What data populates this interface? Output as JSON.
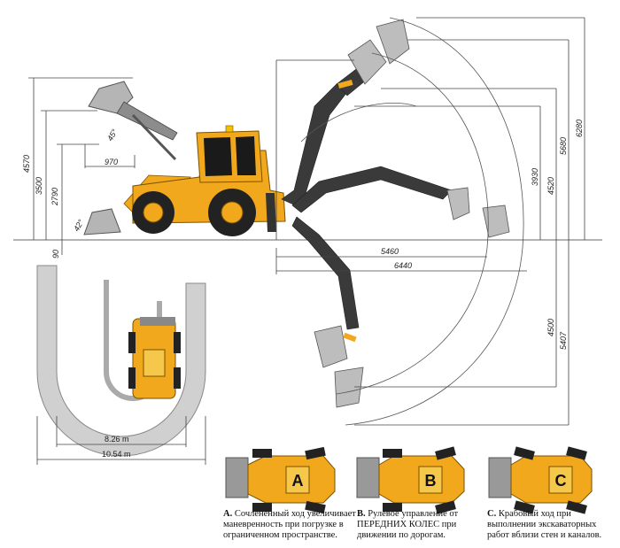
{
  "dimensions": {
    "left_heights": [
      "4570",
      "3500",
      "2790"
    ],
    "left_small": "90",
    "reach_970": "970",
    "angle_top": "45°",
    "angle_bottom": "42°",
    "right_heights": [
      "3930",
      "4520",
      "5680",
      "6280"
    ],
    "reach": [
      "5460",
      "6440"
    ],
    "depths": [
      "4500",
      "5407"
    ]
  },
  "turning": {
    "inner": "8.26 m",
    "outer": "10.54 m"
  },
  "modes": [
    {
      "badge": "A",
      "letter": "A.",
      "text": "Сочлененный ход увеличивает маневренность при погрузке в ограниченном пространстве."
    },
    {
      "badge": "B",
      "letter": "B.",
      "text": "Рулевое управление от ПЕРЕДНИХ КОЛЕС при движении по дорогам."
    },
    {
      "badge": "C",
      "letter": "C.",
      "text": "Крабовый ход при выполнении экскаваторных работ вблизи стен и каналов."
    }
  ],
  "colors": {
    "machine_yellow": "#f2a81d",
    "arm_dark": "#3a3a3a",
    "bucket_grey": "#8c8c8c",
    "track_grey": "#c9c9c9"
  }
}
